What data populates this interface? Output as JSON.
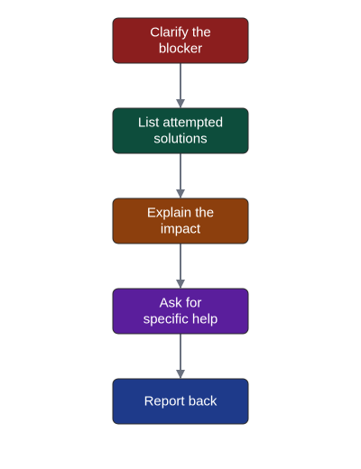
{
  "diagram": {
    "nodes": [
      {
        "id": "clarify",
        "lines": [
          "Clarify the",
          "blocker"
        ],
        "color": "#8b1e1e"
      },
      {
        "id": "list",
        "lines": [
          "List attempted",
          "solutions"
        ],
        "color": "#0d4d3c"
      },
      {
        "id": "explain",
        "lines": [
          "Explain the",
          "impact"
        ],
        "color": "#8c3f0d"
      },
      {
        "id": "ask",
        "lines": [
          "Ask for",
          "specific help"
        ],
        "color": "#5a1e9c"
      },
      {
        "id": "report",
        "lines": [
          "Report back"
        ],
        "color": "#1e3a8a"
      }
    ],
    "edges": [
      {
        "from": "clarify",
        "to": "list"
      },
      {
        "from": "list",
        "to": "explain"
      },
      {
        "from": "explain",
        "to": "ask"
      },
      {
        "from": "ask",
        "to": "report"
      }
    ],
    "colors": {
      "node_border": "#2b2b2b",
      "edge": "#6b7280",
      "text": "#ffffff"
    }
  }
}
